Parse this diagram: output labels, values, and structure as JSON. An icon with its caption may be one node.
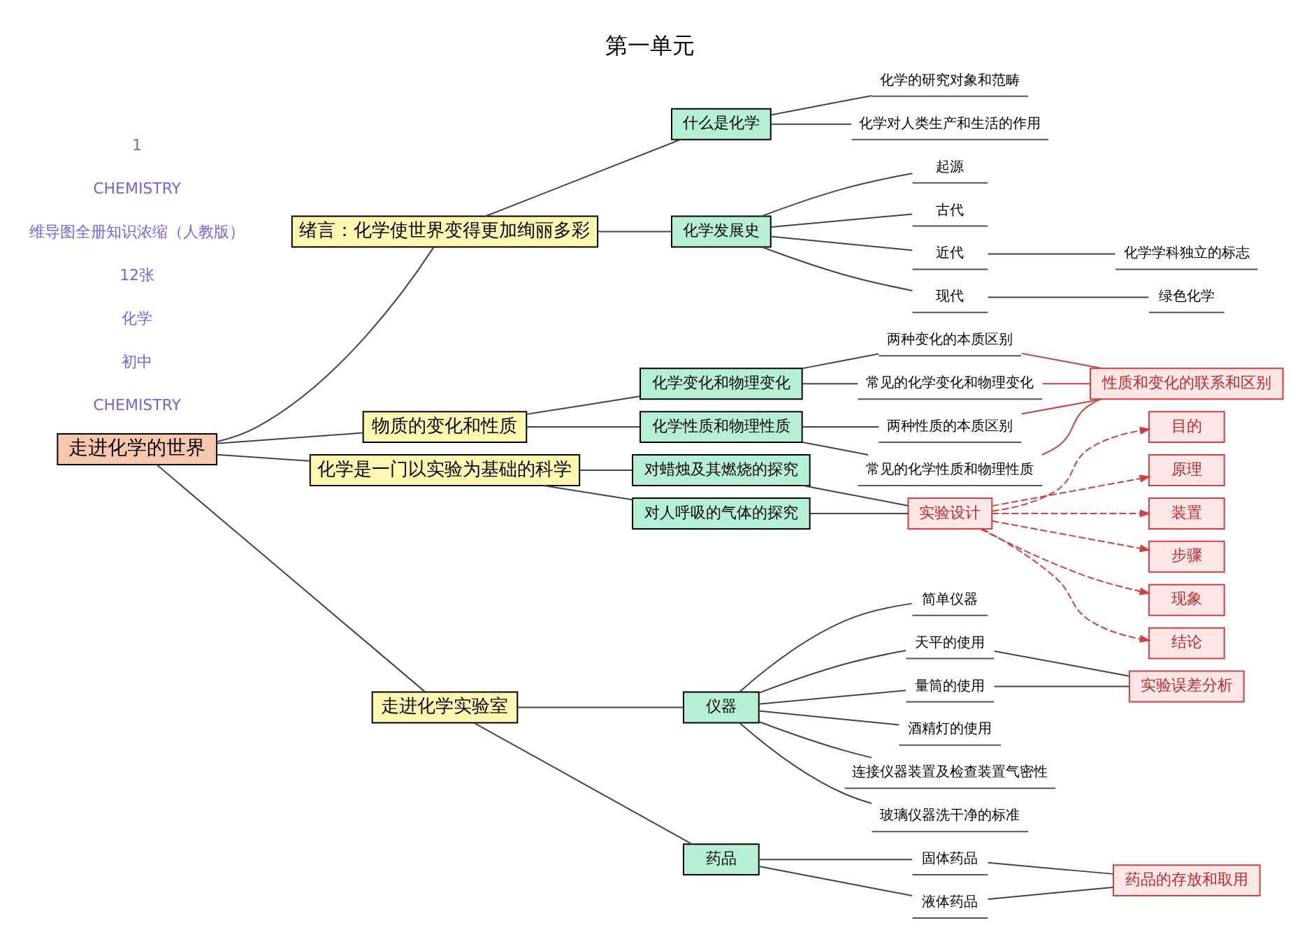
{
  "diagram": {
    "title": "第一单元",
    "nodes": [
      {
        "text": [
          "走进化学的世界"
        ]
      },
      {
        "text": [
          "绪言：化学使世界变得更加绚丽多彩"
        ]
      },
      {
        "text": [
          "什么是化学"
        ]
      },
      {
        "text": [
          "化学的研究对象和范畴"
        ]
      },
      {
        "text": [
          "化学对人类生产和生活的作用"
        ]
      },
      {
        "text": [
          "化学发展史"
        ]
      },
      {
        "text": [
          "起源"
        ]
      },
      {
        "text": [
          "古代"
        ]
      },
      {
        "text": [
          "近代"
        ]
      },
      {
        "text": [
          "化学学科独立的标志"
        ]
      },
      {
        "text": [
          "现代"
        ]
      },
      {
        "text": [
          "绿色化学"
        ]
      },
      {
        "text": [
          "物质的变化和性质"
        ]
      },
      {
        "text": [
          "化学变化和物理变化"
        ]
      },
      {
        "text": [
          "两种变化的本质区别"
        ]
      },
      {
        "text": [
          "常见的化学变化和物理变化"
        ]
      },
      {
        "text": [
          "化学性质和物理性质"
        ]
      },
      {
        "text": [
          "两种性质的本质区别"
        ]
      },
      {
        "text": [
          "常见的化学性质和物理性质"
        ]
      },
      {
        "text": [
          "性质和变化的联系和区别"
        ]
      },
      {
        "text": [
          "化学是一门以实验为基础的科学"
        ]
      },
      {
        "text": [
          "对蜡烛及其燃烧的探究"
        ]
      },
      {
        "text": [
          "对人呼吸的气体的探究"
        ]
      },
      {
        "text": [
          "实验设计"
        ]
      },
      {
        "text": [
          "目的"
        ]
      },
      {
        "text": [
          "原理"
        ]
      },
      {
        "text": [
          "装置"
        ]
      },
      {
        "text": [
          "步骤"
        ]
      },
      {
        "text": [
          "现象"
        ]
      },
      {
        "text": [
          "结论"
        ]
      },
      {
        "text": [
          "走进化学实验室"
        ]
      },
      {
        "text": [
          "仪器"
        ]
      },
      {
        "text": [
          "简单仪器"
        ]
      },
      {
        "text": [
          "天平的使用"
        ]
      },
      {
        "text": [
          "量筒的使用"
        ]
      },
      {
        "text": [
          "实验误差分析"
        ]
      },
      {
        "text": [
          "酒精灯的使用"
        ]
      },
      {
        "text": [
          "连接仪器装置及检查装置气密性"
        ]
      },
      {
        "text": [
          "玻璃仪器洗干净的标准"
        ]
      },
      {
        "text": [
          "药品"
        ]
      },
      {
        "text": [
          "固体药品"
        ]
      },
      {
        "text": [
          "液体药品"
        ]
      },
      {
        "text": [
          "药品的存放和取用"
        ]
      }
    ],
    "edges": [
      {
        "from": 0,
        "to": 1,
        "arrow": "none"
      },
      {
        "from": 1,
        "to": 2,
        "arrow": "none"
      },
      {
        "from": 2,
        "to": 3,
        "arrow": "none"
      },
      {
        "from": 2,
        "to": 4,
        "arrow": "none"
      },
      {
        "from": 1,
        "to": 5,
        "arrow": "none"
      },
      {
        "from": 5,
        "to": 6,
        "arrow": "none"
      },
      {
        "from": 5,
        "to": 7,
        "arrow": "none"
      },
      {
        "from": 5,
        "to": 8,
        "arrow": "none"
      },
      {
        "from": 8,
        "to": 9,
        "arrow": "none"
      },
      {
        "from": 5,
        "to": 10,
        "arrow": "none"
      },
      {
        "from": 10,
        "to": 11,
        "arrow": "none"
      },
      {
        "from": 0,
        "to": 12,
        "arrow": "none"
      },
      {
        "from": 12,
        "to": 13,
        "arrow": "none"
      },
      {
        "from": 13,
        "to": 14,
        "arrow": "none"
      },
      {
        "from": 13,
        "to": 15,
        "arrow": "none"
      },
      {
        "from": 12,
        "to": 16,
        "arrow": "none"
      },
      {
        "from": 16,
        "to": 17,
        "arrow": "none"
      },
      {
        "from": 16,
        "to": 18,
        "arrow": "none"
      },
      {
        "from": 14,
        "to": 19,
        "arrow": "none",
        "color": "#d04040"
      },
      {
        "from": 15,
        "to": 19,
        "arrow": "none",
        "color": "#d04040"
      },
      {
        "from": 17,
        "to": 19,
        "arrow": "none",
        "color": "#d04040"
      },
      {
        "from": 18,
        "to": 19,
        "arrow": "none",
        "color": "#d04040"
      },
      {
        "from": 0,
        "to": 20,
        "arrow": "none"
      },
      {
        "from": 20,
        "to": 21,
        "arrow": "none"
      },
      {
        "from": 20,
        "to": 22,
        "arrow": "none"
      },
      {
        "from": 21,
        "to": 23,
        "arrow": "none"
      },
      {
        "from": 22,
        "to": 23,
        "arrow": "none"
      },
      {
        "from": 23,
        "to": 24,
        "arrow": "to",
        "style": "dashed",
        "color": "#d04040"
      },
      {
        "from": 23,
        "to": 25,
        "arrow": "to",
        "style": "dashed",
        "color": "#d04040"
      },
      {
        "from": 23,
        "to": 26,
        "arrow": "to",
        "style": "dashed",
        "color": "#d04040"
      },
      {
        "from": 23,
        "to": 27,
        "arrow": "to",
        "style": "dashed",
        "color": "#d04040"
      },
      {
        "from": 23,
        "to": 28,
        "arrow": "to",
        "style": "dashed",
        "color": "#d04040"
      },
      {
        "from": 23,
        "to": 29,
        "arrow": "to",
        "style": "dashed",
        "color": "#d04040"
      },
      {
        "from": 0,
        "to": 30,
        "arrow": "none"
      },
      {
        "from": 30,
        "to": 31,
        "arrow": "none"
      },
      {
        "from": 31,
        "to": 32,
        "arrow": "none"
      },
      {
        "from": 31,
        "to": 33,
        "arrow": "none"
      },
      {
        "from": 31,
        "to": 34,
        "arrow": "none"
      },
      {
        "from": 33,
        "to": 35,
        "arrow": "none"
      },
      {
        "from": 34,
        "to": 35,
        "arrow": "none"
      },
      {
        "from": 31,
        "to": 36,
        "arrow": "none"
      },
      {
        "from": 31,
        "to": 37,
        "arrow": "none"
      },
      {
        "from": 31,
        "to": 38,
        "arrow": "none"
      },
      {
        "from": 30,
        "to": 39,
        "arrow": "none"
      },
      {
        "from": 39,
        "to": 40,
        "arrow": "none"
      },
      {
        "from": 39,
        "to": 41,
        "arrow": "none"
      },
      {
        "from": 40,
        "to": 42,
        "arrow": "none"
      },
      {
        "from": 41,
        "to": 42,
        "arrow": "none"
      }
    ],
    "labels": [
      "CHEMISTRY",
      "初中",
      "化学",
      "12张",
      "维导图全册知识浓缩（人教版）",
      "CHEMISTRY",
      "1"
    ]
  }
}
